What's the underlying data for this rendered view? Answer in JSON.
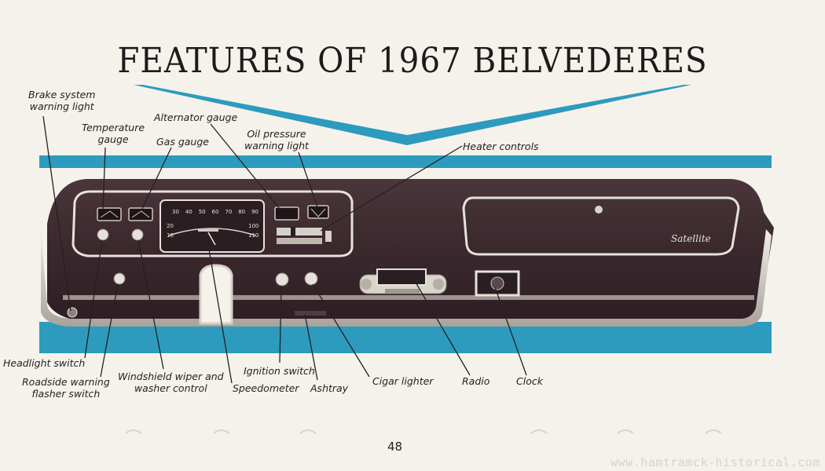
{
  "title": "FEATURES OF 1967 BELVEDERES",
  "page_number": "48",
  "watermark": "www.hamtramck-historical.com",
  "dash_emblem": "Satellite",
  "speedometer_numbers": {
    "top": [
      "30",
      "40",
      "50",
      "60",
      "70",
      "80",
      "90"
    ],
    "left": [
      "20",
      "10"
    ],
    "right": [
      "100",
      "110"
    ]
  },
  "labels": {
    "brake": [
      "Brake system",
      "warning light"
    ],
    "temperature": [
      "Temperature",
      "gauge"
    ],
    "gas": "Gas gauge",
    "alternator": "Alternator gauge",
    "oil": [
      "Oil pressure",
      "warning light"
    ],
    "heater": "Heater controls",
    "headlight": "Headlight switch",
    "flasher": [
      "Roadside warning",
      "flasher switch"
    ],
    "wiper": [
      "Windshield wiper and",
      "washer control"
    ],
    "speedometer": "Speedometer",
    "ignition": "Ignition switch",
    "ashtray": "Ashtray",
    "cigar": "Cigar lighter",
    "radio": "Radio",
    "clock": "Clock"
  },
  "colors": {
    "band": "#2d9bbd",
    "dash": "#3b2a2f",
    "chrome": "#d9d4cc"
  }
}
